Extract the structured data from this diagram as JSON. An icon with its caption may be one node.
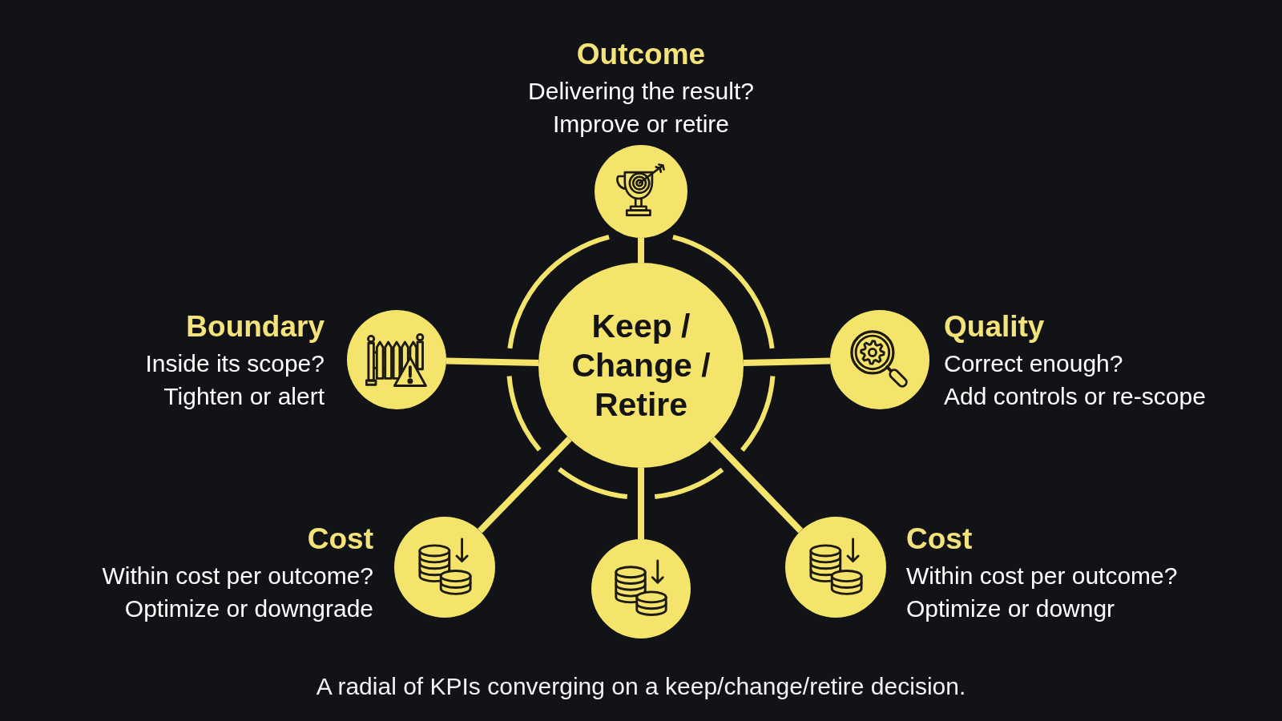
{
  "diagram": {
    "caption": "A radial of KPIs converging on a keep/change/retire decision.",
    "nodes": [
      {
        "text": [
          "Outcome",
          "Delivering the result?",
          "Improve or retire"
        ]
      },
      {
        "text": [
          "Boundary",
          "Inside its scope?",
          "Tighten or alert"
        ]
      },
      {
        "text": [
          "Keep / Change / Retire"
        ]
      },
      {
        "text": [
          "Quality",
          "Correct enough?",
          "Add controls or re-scope"
        ]
      },
      {
        "text": [
          "Cost",
          "Within cost per outcome?",
          "Optimize or downgrade"
        ]
      },
      {
        "text": [],
        "shape": "circle"
      },
      {
        "text": [
          "Cost",
          "Within cost per outcome?",
          "Optimize or downgr"
        ]
      }
    ],
    "edges": [
      {
        "from": 0,
        "to": 2,
        "arrow": "none"
      },
      {
        "from": 1,
        "to": 2,
        "arrow": "none"
      },
      {
        "from": 3,
        "to": 2,
        "arrow": "none"
      },
      {
        "from": 4,
        "to": 2,
        "arrow": "none"
      },
      {
        "from": 5,
        "to": 2,
        "arrow": "none"
      },
      {
        "from": 6,
        "to": 2,
        "arrow": "none"
      }
    ]
  }
}
